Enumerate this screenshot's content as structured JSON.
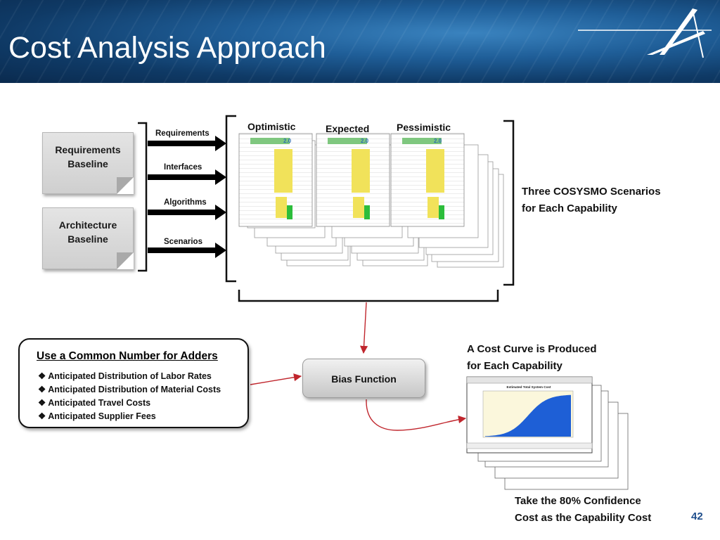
{
  "slide": {
    "title": "Cost Analysis Approach",
    "page_number": "42"
  },
  "inputs": {
    "requirements_baseline": "Requirements Baseline",
    "architecture_baseline": "Architecture Baseline",
    "arrow_labels": [
      "Requirements",
      "Interfaces",
      "Algorithms",
      "Scenarios"
    ]
  },
  "scenarios": {
    "labels": [
      "Optimistic",
      "Expected",
      "Pessimistic"
    ],
    "sheet_version": "2.0",
    "caption_line1": "Three  COSYSMO Scenarios",
    "caption_line2": "for Each Capability"
  },
  "adders": {
    "title": "Use a Common Number for Adders",
    "items": [
      "Anticipated Distribution of Labor Rates",
      "Anticipated Distribution of Material Costs",
      "Anticipated Travel Costs",
      "Anticipated Supplier Fees"
    ],
    "bullet_glyph": "❖"
  },
  "bias_function": "Bias Function",
  "cost_curve": {
    "caption_line1": "A Cost Curve is Produced",
    "caption_line2": "for Each Capability",
    "chart_title": "Estimated Total System Cost",
    "chart_kind": "cumulative-s-curve"
  },
  "confidence": {
    "line1": "Take the 80% Confidence",
    "line2": "Cost as the Capability Cost"
  },
  "colors": {
    "header_blue": "#1f5e98",
    "arrow_red": "#c0262d",
    "page_number_blue": "#1f4e8c",
    "chart_fill": "#1e5fd6",
    "sheet_yellow": "#f1e25a",
    "sheet_green": "#2cbd3b"
  },
  "icons": {
    "logo": "lockheed-star-logo",
    "bullet": "diamond-bullet-icon"
  }
}
